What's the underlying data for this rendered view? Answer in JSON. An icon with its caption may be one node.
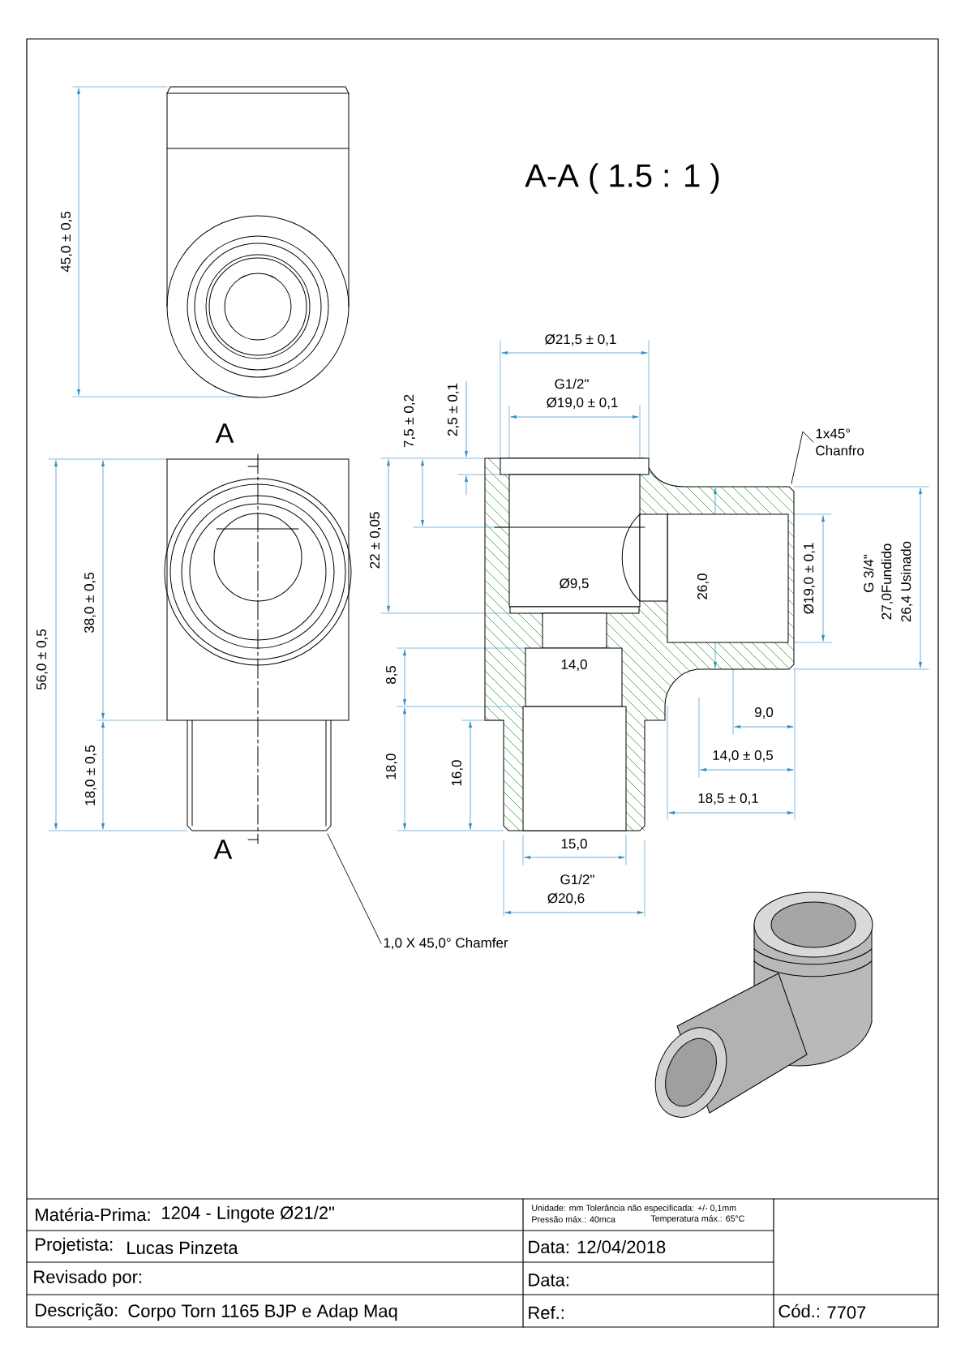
{
  "diagram": {
    "nodes": [
      {
        "text": [
          "1x45° Chanfro"
        ]
      },
      {
        "text": [
          "1,0 X 45,0° Chamfer"
        ]
      }
    ],
    "edges": [
      {
        "from": 0,
        "to": null,
        "arrow": "none"
      },
      {
        "from": 1,
        "to": null,
        "arrow": "none"
      }
    ],
    "labels": [
      "45,0 ± 0,5",
      "A-A ( 1.5 : 1 )",
      "Ø21,5 ± 0,1",
      "G1/2\"",
      "Ø19,0 ± 0,1",
      "7,5 ± 0,2",
      "2,5 ± 0,1",
      "A",
      "22 ± 0,05",
      "38,0 ± 0,5",
      "56,0 ± 0,5",
      "Ø9,5",
      "26,0",
      "Ø19,0 ± 0,1",
      "G 3/4\"",
      "27,0Fundido",
      "26,4 Usinado",
      "8,5",
      "14,0",
      "9,0",
      "18,0 ± 0,5",
      "18,0",
      "16,0",
      "14,0 ± 0,5",
      "18,5 ± 0,1",
      "A",
      "15,0",
      "G1/2\"",
      "Ø20,6",
      "Matéria-Prima:",
      "1204 - Lingote Ø21/2\"",
      "Unidade: mm Tolerância não especificada: +/- 0,1mm",
      "Pressão máx.: 40mca",
      "Temperatura máx.: 65°C",
      "Projetista:",
      "Lucas Pinzeta",
      "Data: 12/04/2018",
      "Revisado por:",
      "Data:",
      "Descrição:",
      "Corpo Torn 1165 BJP e Adap Maq",
      "Ref.:",
      "Cód.:",
      "7707"
    ]
  }
}
